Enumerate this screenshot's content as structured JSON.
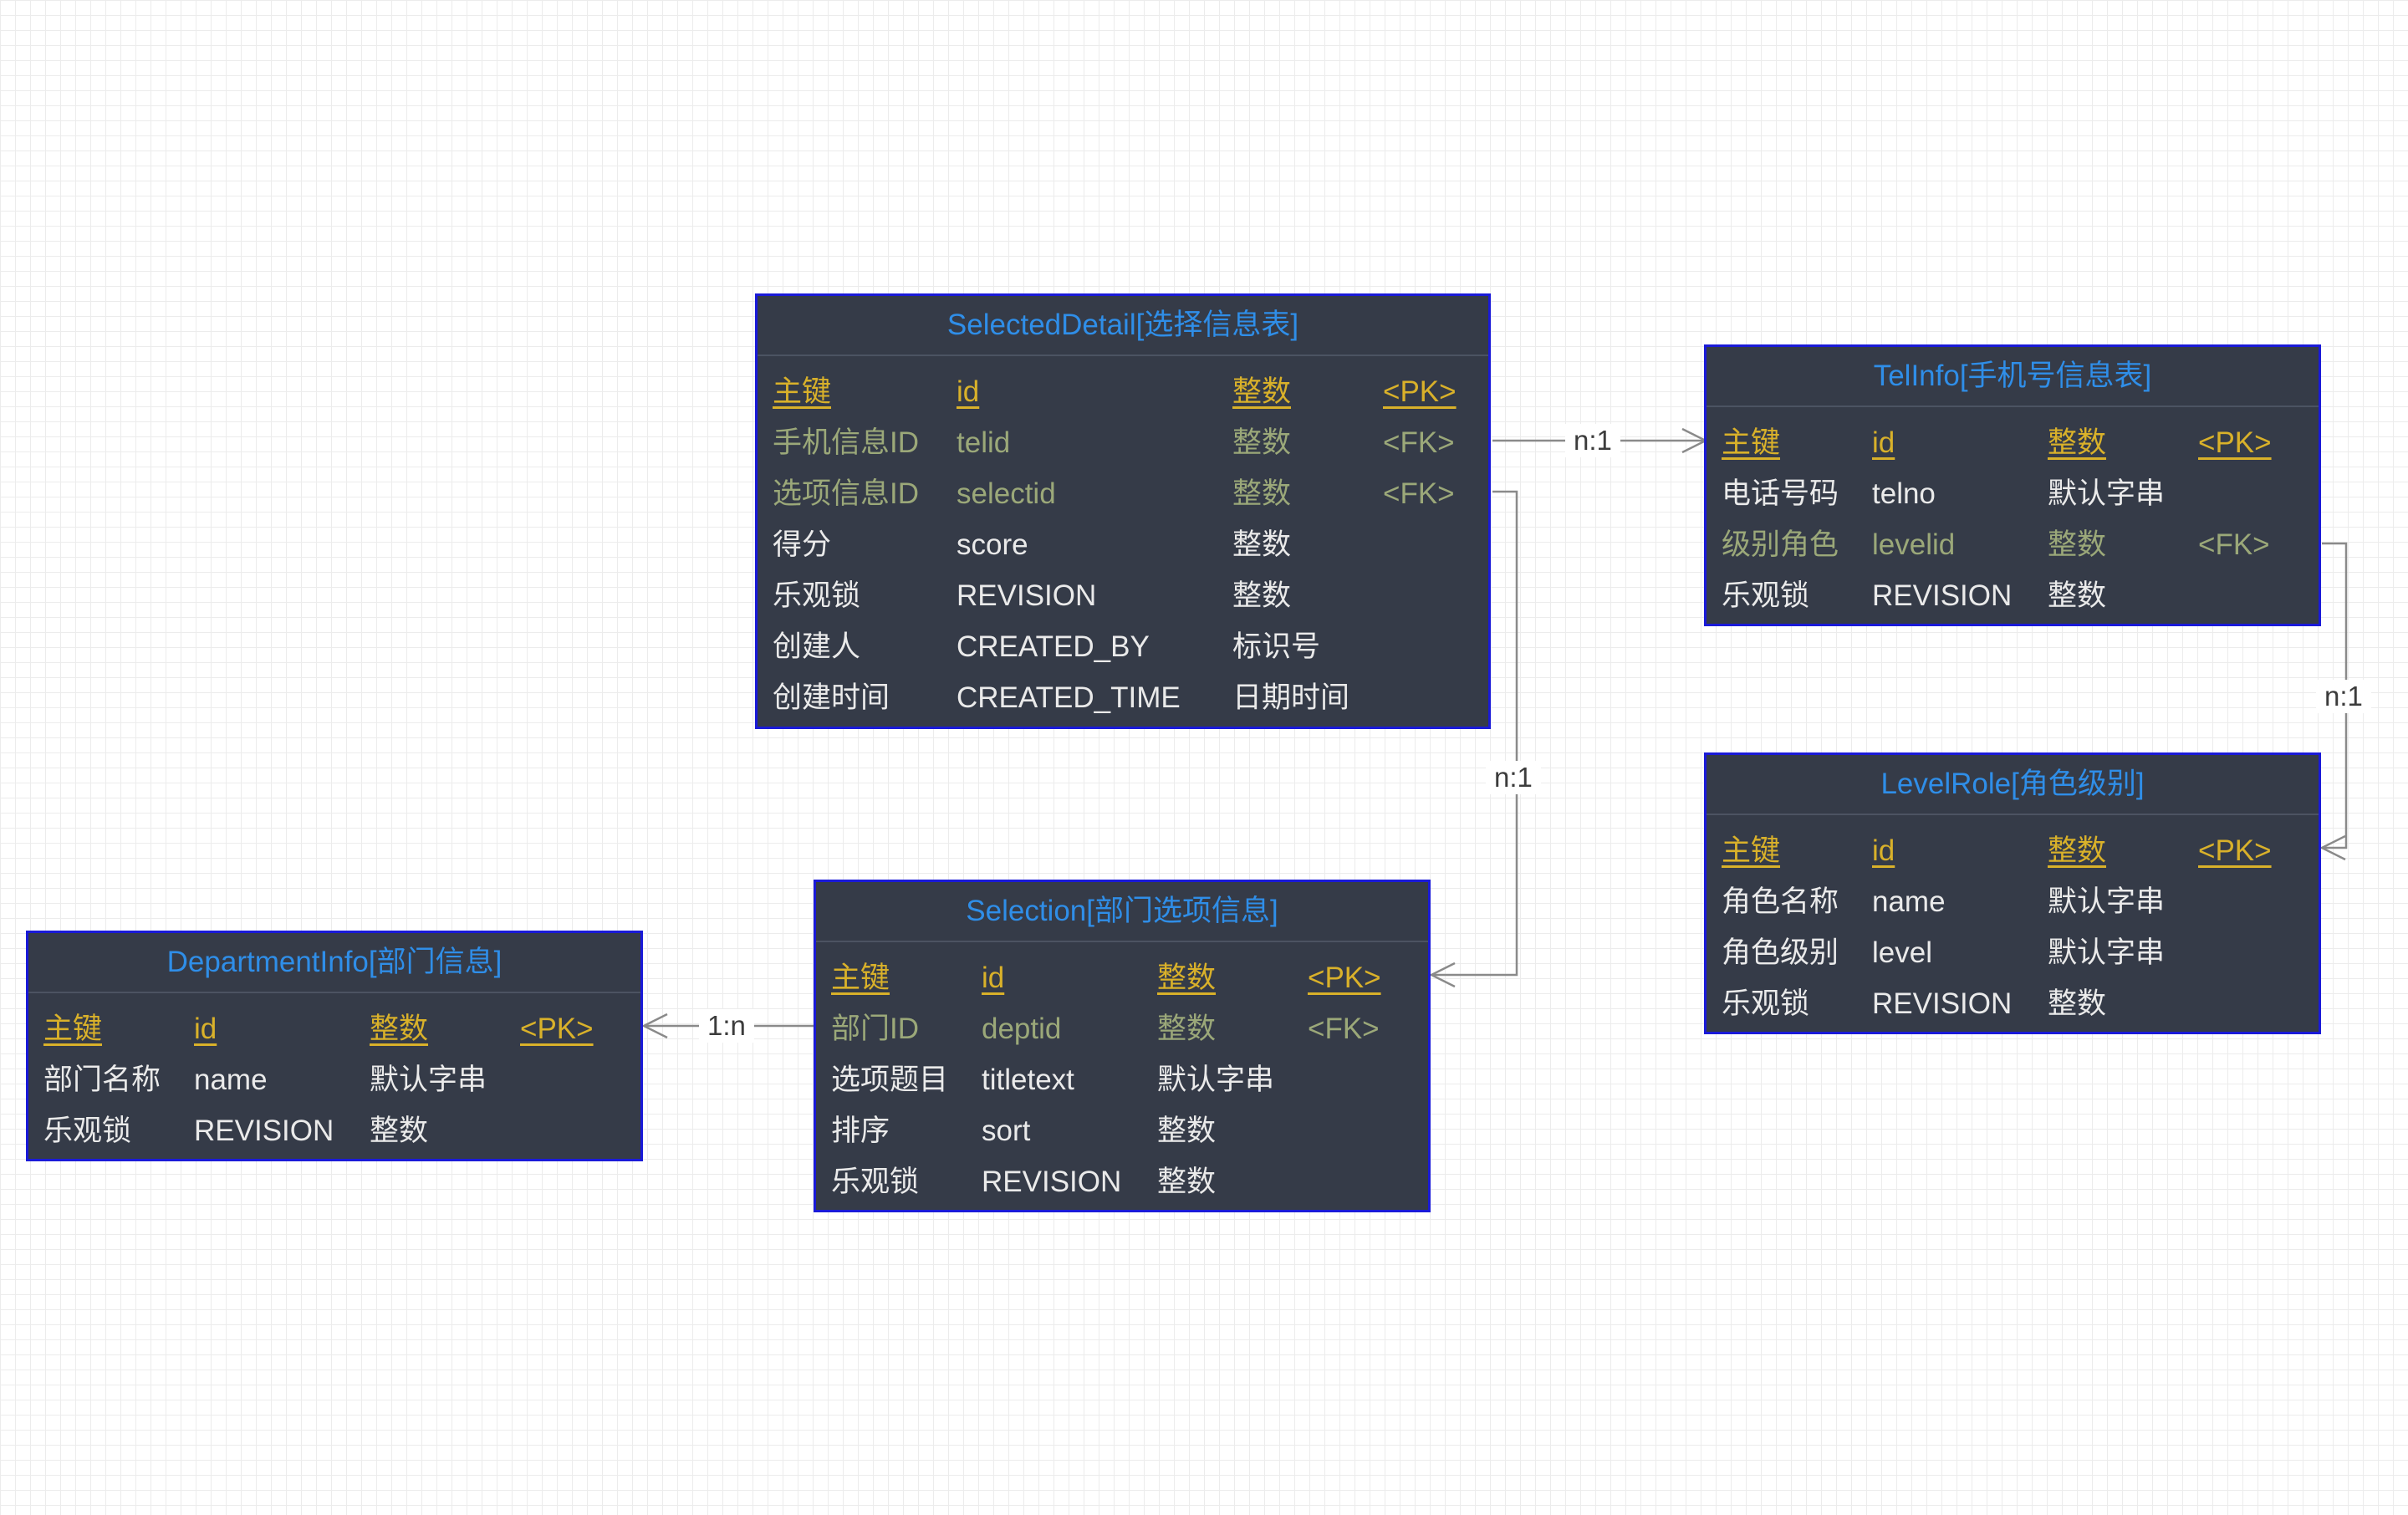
{
  "entities": {
    "selected_detail": {
      "title": "SelectedDetail[选择信息表]",
      "rows": [
        {
          "kind": "pk",
          "label": "主键",
          "column": "id",
          "type": "整数",
          "key": "<PK>"
        },
        {
          "kind": "fk",
          "label": "手机信息ID",
          "column": "telid",
          "type": "整数",
          "key": "<FK>"
        },
        {
          "kind": "fk",
          "label": "选项信息ID",
          "column": "selectid",
          "type": "整数",
          "key": "<FK>"
        },
        {
          "kind": "normal",
          "label": "得分",
          "column": "score",
          "type": "整数",
          "key": ""
        },
        {
          "kind": "normal",
          "label": "乐观锁",
          "column": "REVISION",
          "type": "整数",
          "key": ""
        },
        {
          "kind": "normal",
          "label": "创建人",
          "column": "CREATED_BY",
          "type": "标识号",
          "key": ""
        },
        {
          "kind": "normal",
          "label": "创建时间",
          "column": "CREATED_TIME",
          "type": "日期时间",
          "key": ""
        }
      ]
    },
    "tel_info": {
      "title": "TelInfo[手机号信息表]",
      "rows": [
        {
          "kind": "pk",
          "label": "主键",
          "column": "id",
          "type": "整数",
          "key": "<PK>"
        },
        {
          "kind": "normal",
          "label": "电话号码",
          "column": "telno",
          "type": "默认字串",
          "key": ""
        },
        {
          "kind": "fk",
          "label": "级别角色",
          "column": "levelid",
          "type": "整数",
          "key": "<FK>"
        },
        {
          "kind": "normal",
          "label": "乐观锁",
          "column": "REVISION",
          "type": "整数",
          "key": ""
        }
      ]
    },
    "level_role": {
      "title": "LevelRole[角色级别]",
      "rows": [
        {
          "kind": "pk",
          "label": "主键",
          "column": "id",
          "type": "整数",
          "key": "<PK>"
        },
        {
          "kind": "normal",
          "label": "角色名称",
          "column": "name",
          "type": "默认字串",
          "key": ""
        },
        {
          "kind": "normal",
          "label": "角色级别",
          "column": "level",
          "type": "默认字串",
          "key": ""
        },
        {
          "kind": "normal",
          "label": "乐观锁",
          "column": "REVISION",
          "type": "整数",
          "key": ""
        }
      ]
    },
    "selection": {
      "title": "Selection[部门选项信息]",
      "rows": [
        {
          "kind": "pk",
          "label": "主键",
          "column": "id",
          "type": "整数",
          "key": "<PK>"
        },
        {
          "kind": "fk",
          "label": "部门ID",
          "column": "deptid",
          "type": "整数",
          "key": "<FK>"
        },
        {
          "kind": "normal",
          "label": "选项题目",
          "column": "titletext",
          "type": "默认字串",
          "key": ""
        },
        {
          "kind": "normal",
          "label": "排序",
          "column": "sort",
          "type": "整数",
          "key": ""
        },
        {
          "kind": "normal",
          "label": "乐观锁",
          "column": "REVISION",
          "type": "整数",
          "key": ""
        }
      ]
    },
    "department_info": {
      "title": "DepartmentInfo[部门信息]",
      "rows": [
        {
          "kind": "pk",
          "label": "主键",
          "column": "id",
          "type": "整数",
          "key": "<PK>"
        },
        {
          "kind": "normal",
          "label": "部门名称",
          "column": "name",
          "type": "默认字串",
          "key": ""
        },
        {
          "kind": "normal",
          "label": "乐观锁",
          "column": "REVISION",
          "type": "整数",
          "key": ""
        }
      ]
    }
  },
  "relations": {
    "detail_to_tel": "n:1",
    "tel_to_level": "n:1",
    "detail_to_selection": "n:1",
    "selection_to_department": "1:n"
  },
  "colors": {
    "entity_bg": "#353b48",
    "entity_border": "#1a1ad8",
    "title": "#2f8ee8",
    "pk": "#d9b12a",
    "fk": "#9ba879",
    "normal": "#eaeaea",
    "connector": "#8a8a8a"
  }
}
